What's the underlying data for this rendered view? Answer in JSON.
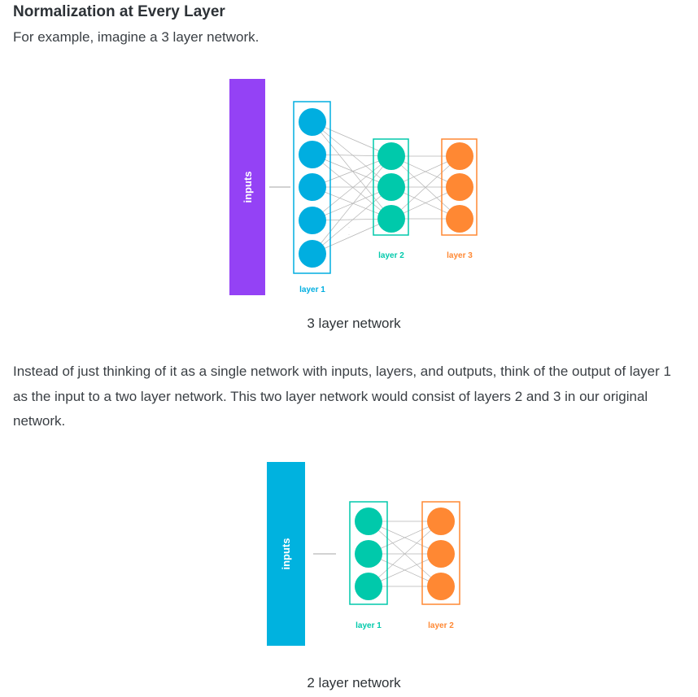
{
  "heading": "Normalization at Every Layer",
  "intro": "For example, imagine a 3 layer network.",
  "paragraph": "Instead of just thinking of it as a single network with inputs, layers, and outputs, think of the output of layer 1 as the input to a two layer network. This two layer network would consist of layers 2 and 3 in our original network.",
  "figure1": {
    "inputs_label": "inputs",
    "layer_labels": [
      "layer 1",
      "layer 2",
      "layer 3"
    ],
    "caption": "3 layer network",
    "input_color": "#9442f5",
    "layer_colors": [
      "#00aee0",
      "#00c9ab",
      "#ff8833"
    ]
  },
  "figure2": {
    "inputs_label": "inputs",
    "layer_labels": [
      "layer 1",
      "layer 2"
    ],
    "caption": "2 layer network",
    "input_color": "#00b2df",
    "layer_colors": [
      "#00c9ab",
      "#ff8833"
    ]
  }
}
